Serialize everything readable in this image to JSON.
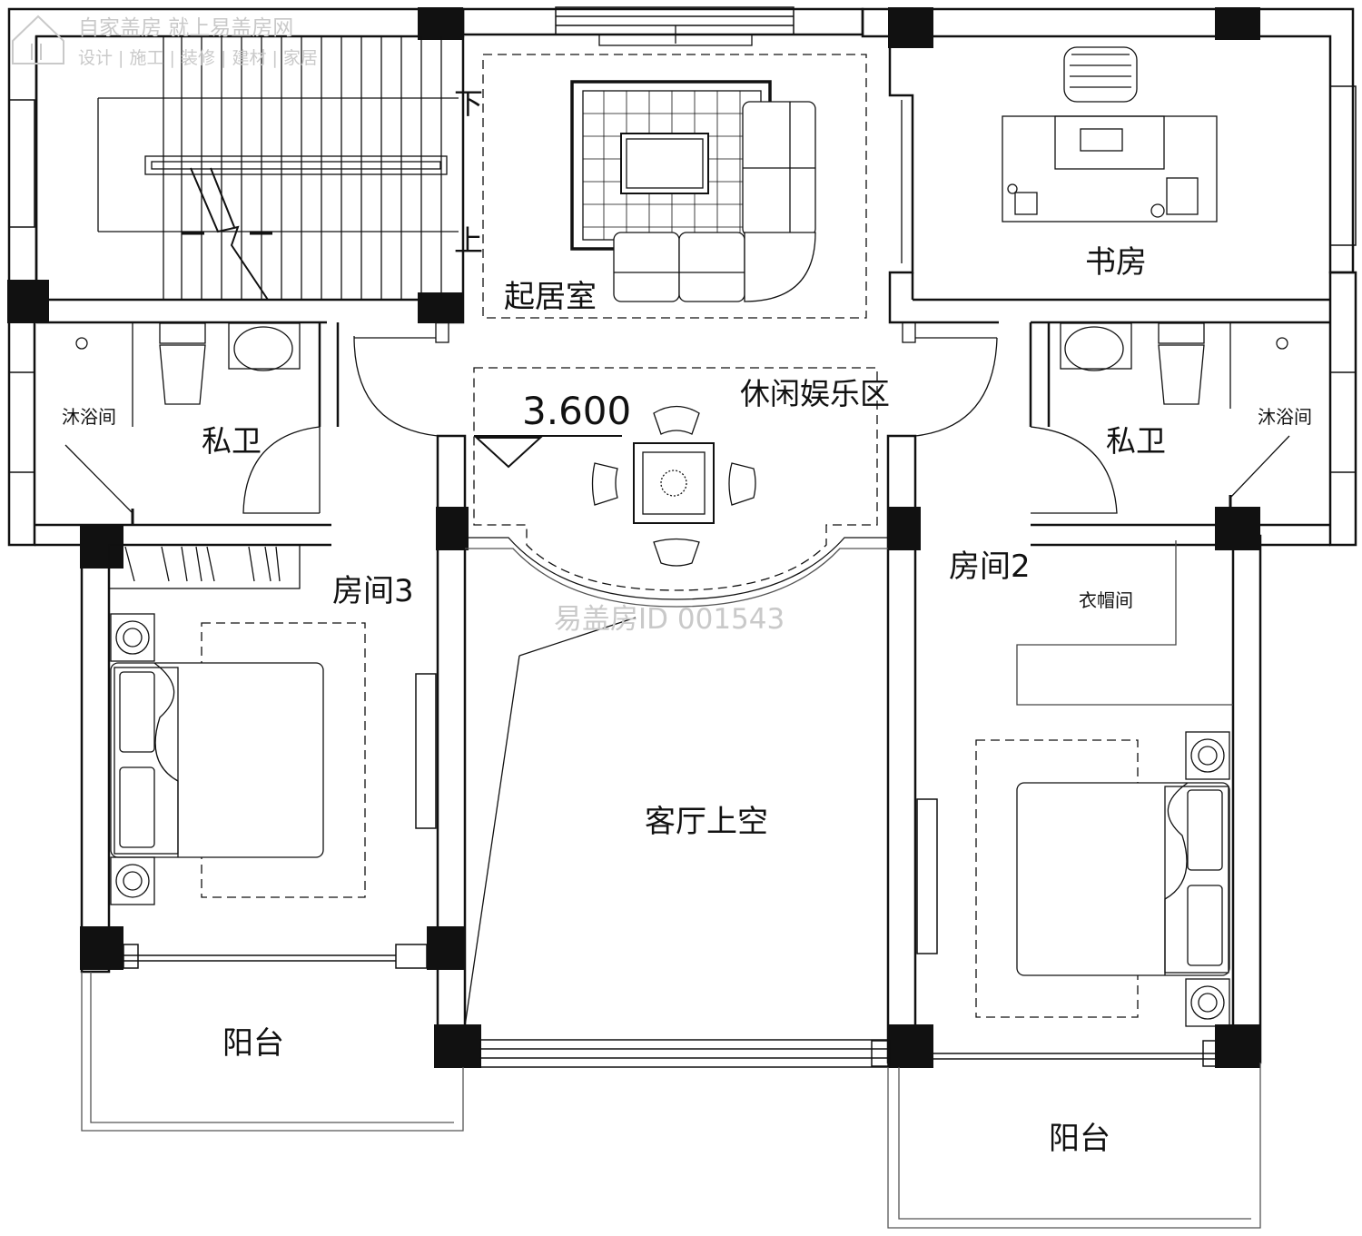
{
  "watermark": {
    "brand_line": "自家盖房 就上易盖房网",
    "services_line": "设计 | 施工 | 装修 | 建材 | 家居",
    "center_id": "易盖房ID 001543"
  },
  "stair": {
    "down_label": "下",
    "up_label": "上"
  },
  "elevation": {
    "value": "3.600"
  },
  "rooms": {
    "living_room": "起居室",
    "study": "书房",
    "leisure_area": "休闲娱乐区",
    "bath_left": "私卫",
    "shower_left": "沐浴间",
    "bath_right": "私卫",
    "shower_right": "沐浴间",
    "room3": "房间3",
    "room2": "房间2",
    "closet": "衣帽间",
    "hall_void": "客厅上空",
    "balcony_left": "阳台",
    "balcony_right": "阳台"
  },
  "colors": {
    "line": "#111111",
    "watermark": "#c9c9c9",
    "background": "#ffffff"
  }
}
